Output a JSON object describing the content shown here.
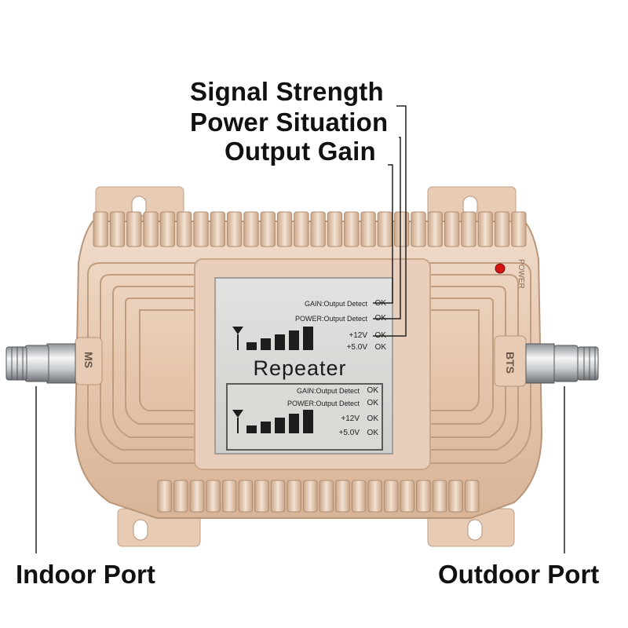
{
  "callouts": {
    "signal_strength": "Signal Strength",
    "power_situation": "Power Situation",
    "output_gain": "Output Gain"
  },
  "ports": {
    "indoor": "Indoor Port",
    "outdoor": "Outdoor Port"
  },
  "device": {
    "power_led_label": "POWER",
    "left_connector_label": "MS",
    "right_connector_label": "BTS",
    "brand_text": "Repeater",
    "panels": [
      {
        "gain_label": "GAIN:Output Detect",
        "gain_status": "OK",
        "power_label": "POWER:Output Detect",
        "power_status": "OK",
        "v12_label": "+12V",
        "v12_status": "OK",
        "v5_label": "+5.0V",
        "v5_status": "OK",
        "signal_bars": 5
      },
      {
        "gain_label": "GAIN:Output Detect",
        "gain_status": "OK",
        "power_label": "POWER:Output Detect",
        "power_status": "OK",
        "v12_label": "+12V",
        "v12_status": "OK",
        "v5_label": "+5.0V",
        "v5_status": "OK",
        "signal_bars": 5
      }
    ]
  },
  "colors": {
    "housing": "#e6c9b1",
    "housing_shadow": "#b99579",
    "lcd_bg": "#d8d8d6",
    "lcd_text": "#1d1d1d",
    "led": "#d51414",
    "connector": "#c9ccd0"
  }
}
